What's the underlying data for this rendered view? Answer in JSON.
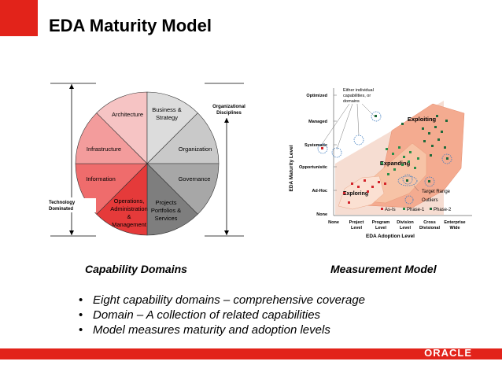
{
  "slide": {
    "title": "EDA Maturity Model",
    "accent_color": "#e2231a",
    "footer_logo": "ORACLE"
  },
  "capability_figure": {
    "segments": [
      "Architecture",
      "Business & Strategy",
      "Organization",
      "Governance",
      "Projects Portfolios & Services",
      "Operations, Administration & Management",
      "Information",
      "Infrastructure"
    ],
    "segment_lines": {
      "business": [
        "Business &",
        "Strategy"
      ],
      "projects": [
        "Projects",
        "Portfolios &",
        "Services"
      ],
      "operations": [
        "Operations,",
        "Administration",
        "&",
        "Management"
      ]
    },
    "left_label": [
      "Technology",
      "Dominated"
    ],
    "right_label": [
      "Organizational",
      "Disciplines"
    ],
    "caption": "Capability Domains"
  },
  "measurement_figure": {
    "y_axis_label": "EDA Maturity Level",
    "x_axis_label": "EDA Adoption Level",
    "y_levels": [
      "Optimized",
      "Managed",
      "Systematic",
      "Opportunistic",
      "Ad-Hoc",
      "None"
    ],
    "x_levels": [
      [
        "None"
      ],
      [
        "Project",
        "Level"
      ],
      [
        "Program",
        "Level"
      ],
      [
        "Division",
        "Level"
      ],
      [
        "Cross",
        "Divisional"
      ],
      [
        "Enterprise",
        "Wide"
      ]
    ],
    "regions": [
      "Exploiting",
      "Expanding",
      "Exploring"
    ],
    "callout": [
      "Either individual",
      "capabilities, or",
      "domains"
    ],
    "legend": {
      "target_range": "Target Range",
      "outliers": "Outliers",
      "as_is": "As-Is",
      "phase1": "Phase-1",
      "phase2": "Phase-2"
    },
    "colors": {
      "as_is": "#d3232a",
      "phase1": "#2a8f4a",
      "phase2": "#1e6a3a",
      "outlier_ring": "#3a7abf"
    },
    "caption": "Measurement Model"
  },
  "bullets": [
    "Eight capability domains – comprehensive coverage",
    "Domain – A collection of related capabilities",
    "Model measures maturity and adoption levels"
  ]
}
